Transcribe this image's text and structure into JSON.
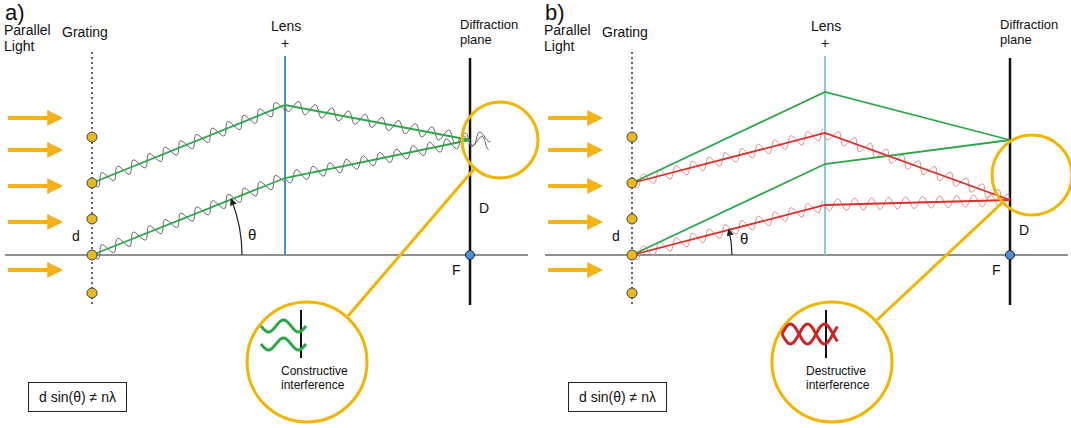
{
  "diagram": {
    "nodes": [
      {
        "text": [
          "Constructive interference"
        ]
      },
      {
        "text": [
          "d sin(θ) ≠ nλ"
        ]
      },
      {
        "text": [
          "Destructive interference"
        ]
      },
      {
        "text": [
          "d sin(θ) ≠ nλ"
        ]
      }
    ],
    "labels": [
      "a)",
      "Parallel Light",
      "Grating",
      "Lens",
      "+",
      "Diffraction plane",
      "d",
      "θ",
      "D",
      "F",
      "b)",
      "Parallel Light",
      "Grating",
      "Lens",
      "+",
      "Diffraction plane",
      "d",
      "θ",
      "D",
      "F"
    ]
  }
}
